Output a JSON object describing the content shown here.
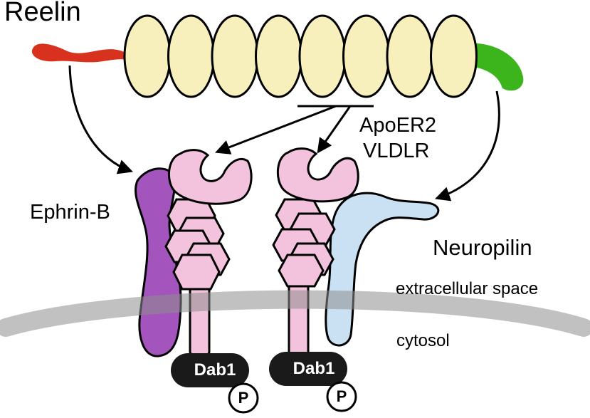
{
  "labels": {
    "reelin": "Reelin",
    "ephrin_b": "Ephrin-B",
    "apoer2": "ApoER2",
    "vldlr": "VLDLR",
    "neuropilin": "Neuropilin",
    "extracellular": "extracellular space",
    "cytosol": "cytosol",
    "dab1_left": "Dab1",
    "dab1_right": "Dab1",
    "phospho_left": "P",
    "phospho_right": "P"
  },
  "colors": {
    "reelin_repeat": "#f7f0bd",
    "reelin_n_terminal": "#d8321f",
    "reelin_c_terminal": "#3cb51c",
    "receptor": "#f3c2dc",
    "ephrin_b": "#a455bd",
    "neuropilin": "#c9e1f2",
    "membrane": "#bdbdbd",
    "dab1": "#1a1a1a"
  },
  "reelin_repeat_count": 8
}
